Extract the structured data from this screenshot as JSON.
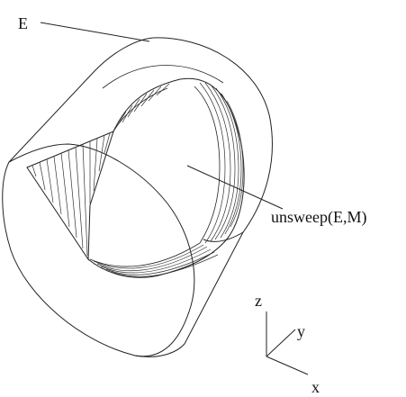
{
  "labels": {
    "shape_e": "E",
    "unswept_shape": "unsweep(E,M)",
    "axis_z": "z",
    "axis_y": "y",
    "axis_x": "x"
  }
}
